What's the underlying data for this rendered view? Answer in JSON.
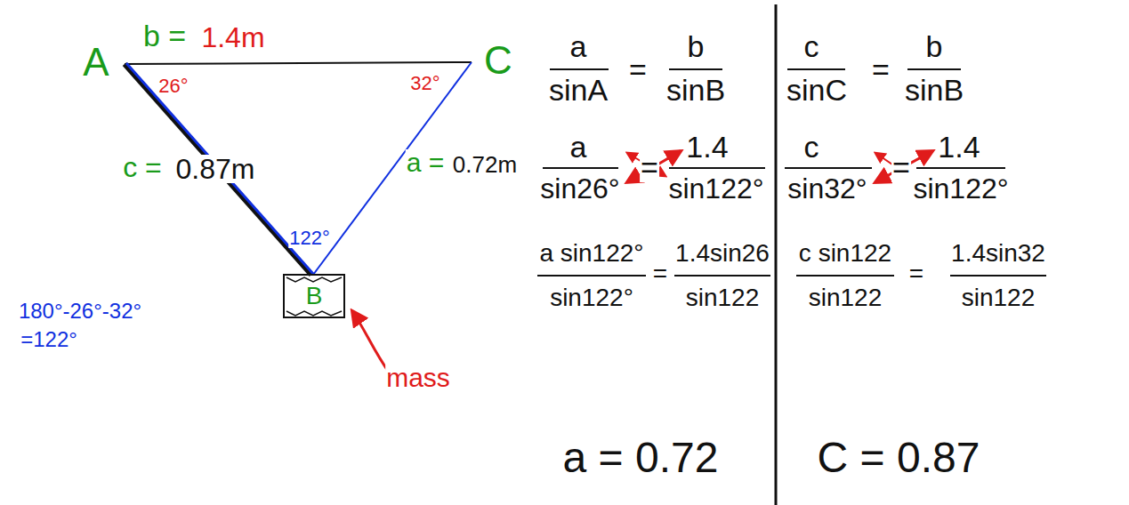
{
  "diagram": {
    "nodes": [
      {
        "text": [
          "B"
        ]
      }
    ],
    "labels": [
      "b =",
      "1.4m",
      "A",
      "C",
      "26°",
      "32°",
      "c =",
      "0.87m",
      "a =",
      "0.72m",
      "122°",
      "180°-26°-32°",
      "=122°",
      "mass",
      "a",
      "sinA",
      "=",
      "b",
      "sinB",
      "a",
      "sin26°",
      "=",
      "1.4",
      "sin122°",
      "a sin122°",
      "sin122°",
      "=",
      "1.4sin26",
      "sin122",
      "a = 0.72",
      "c",
      "sinC",
      "=",
      "b",
      "sinB",
      "c",
      "sin32°",
      "=",
      "1.4",
      "sin122°",
      "c sin122",
      "sin122",
      "=",
      "1.4sin32",
      "sin122",
      "C = 0.87"
    ]
  }
}
